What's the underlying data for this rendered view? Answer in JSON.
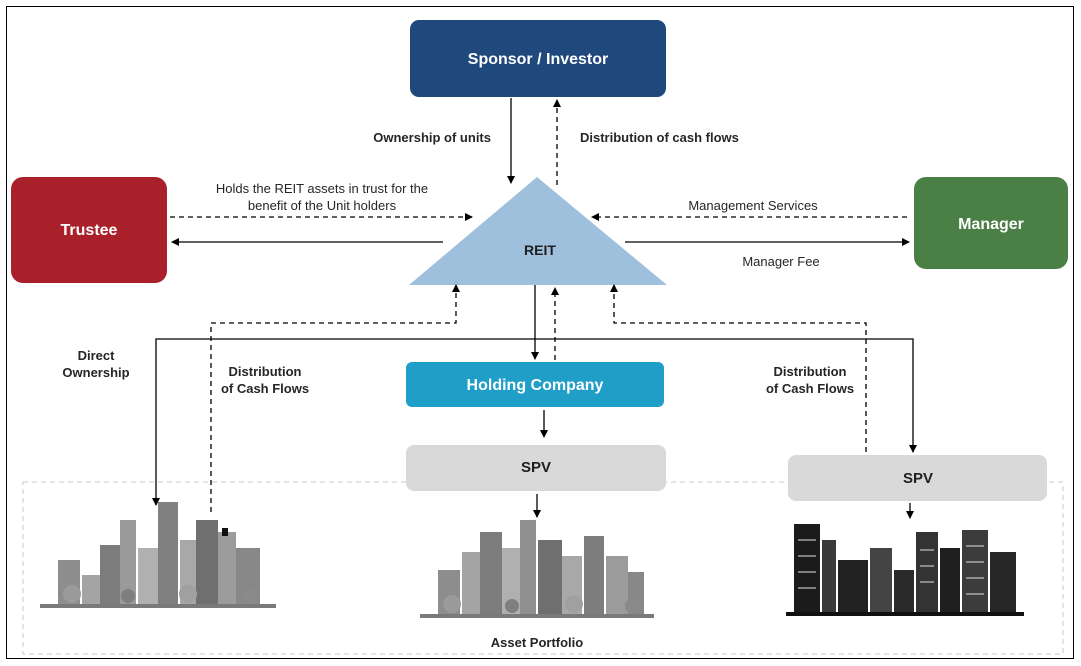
{
  "nodes": {
    "sponsor": "Sponsor / Investor",
    "trustee": "Trustee",
    "manager": "Manager",
    "reit": "REIT",
    "holding": "Holding Company",
    "spv_left": "SPV",
    "spv_right": "SPV"
  },
  "labels": {
    "ownership_of_units": "Ownership of units",
    "distribution_cash_flows_top": "Distribution of cash flows",
    "trust_line1": "Holds the REIT assets in trust for the",
    "trust_line2": "benefit of the Unit holders",
    "management_services": "Management Services",
    "manager_fee": "Manager Fee",
    "direct_line1": "Direct",
    "direct_line2": "Ownership",
    "dist_left_line1": "Distribution",
    "dist_left_line2": "of Cash Flows",
    "dist_right_line1": "Distribution",
    "dist_right_line2": "of Cash Flows",
    "asset_portfolio": "Asset Portfolio"
  },
  "colors": {
    "sponsor": "#1f497d",
    "trustee": "#a91f2a",
    "manager": "#4a7f45",
    "reit": "#9ec0dc",
    "holding": "#1f9ec8",
    "spv": "#d9d9d9"
  }
}
